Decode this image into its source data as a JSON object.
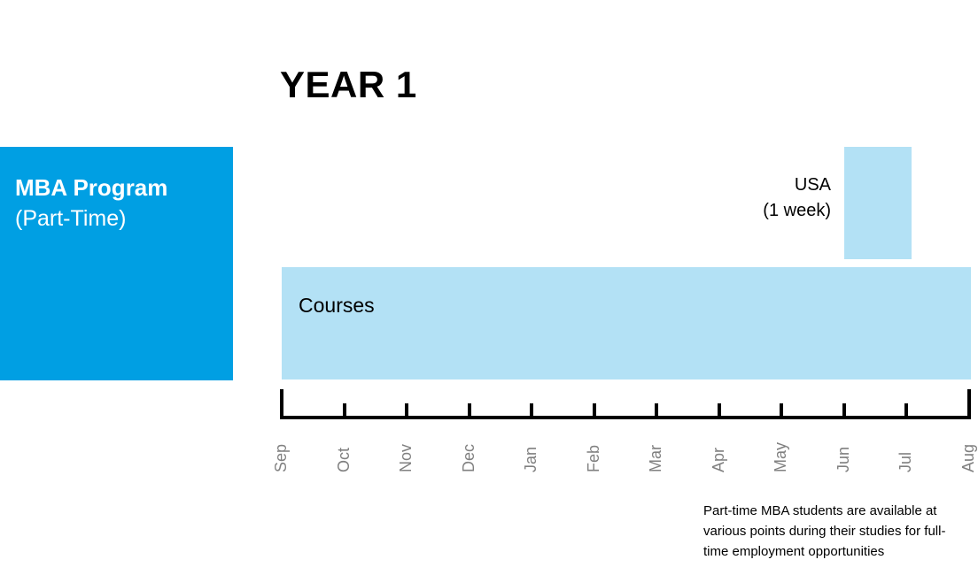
{
  "title": "YEAR 1",
  "program": {
    "name": "MBA Program",
    "subtitle": "(Part-Time)"
  },
  "timeline": {
    "months": [
      "Sep",
      "Oct",
      "Nov",
      "Dec",
      "Jan",
      "Feb",
      "Mar",
      "Apr",
      "May",
      "Jun",
      "Jul",
      "Aug"
    ],
    "blocks": [
      {
        "id": "usa",
        "label_line1": "USA",
        "label_line2": "(1 week)",
        "start_month": "Jun",
        "end_month": "Jul"
      },
      {
        "id": "courses",
        "label": "Courses",
        "start_month": "Sep",
        "end_month": "Aug"
      }
    ]
  },
  "note": "Part-time MBA students are available at various points during their studies for full-time employment opportunities",
  "colors": {
    "program_box": "#009fe3",
    "block_fill": "#b3e1f5",
    "axis": "#000000",
    "month_label": "#808080"
  }
}
